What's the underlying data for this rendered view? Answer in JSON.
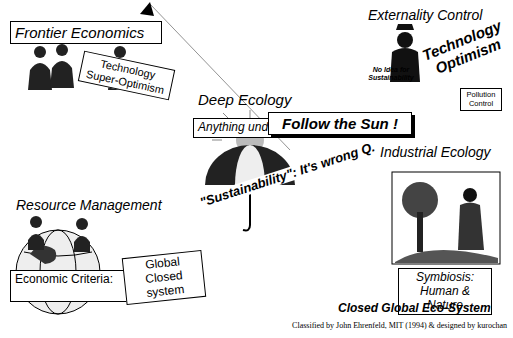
{
  "diagram": {
    "caption": "Classified by John Ehrenfeld, MIT (1994) & designed by kurochan",
    "nodes": [
      {
        "text": [
          "Frontier Economics"
        ]
      },
      {
        "text": [
          "Technology Super-Optimism"
        ]
      },
      {
        "text": [
          "Anything under Nature"
        ]
      },
      {
        "text": [
          "Follow the Sun !"
        ]
      },
      {
        "text": [
          "Pollution Control"
        ]
      },
      {
        "text": [
          "Symbiosis: Human & Nature"
        ]
      },
      {
        "text": [
          "Economic Criteria:"
        ]
      },
      {
        "text": [
          "Global Closed system"
        ]
      }
    ],
    "labels": [
      "Deep Ecology",
      "Externality Control",
      "No Idea for Sustainability",
      "Technology Optimism",
      "\"Sustainability\": It's wrong Q.",
      "Industrial Ecology",
      "Closed Global Eco-System",
      "Resource Management"
    ]
  }
}
